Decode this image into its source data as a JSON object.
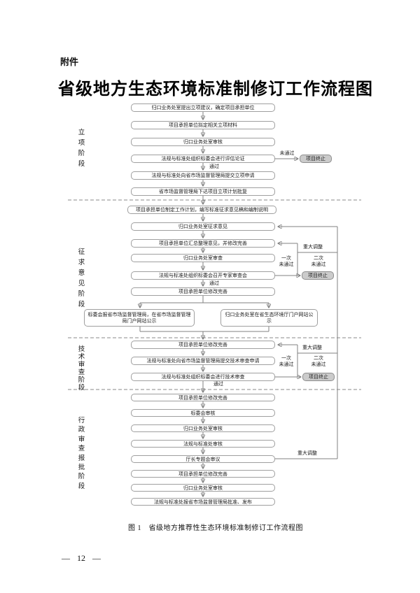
{
  "page": {
    "attachment_label": "附件",
    "title": "省级地方生态环境标准制修订工作流程图",
    "caption": "图 1　省级地方推荐性生态环境标准制修订工作流程图",
    "page_number": "— 12 —"
  },
  "colors": {
    "box_border": "#9f9f9f",
    "terminate_fill": "#cbcbcb",
    "connector_line": "#808080",
    "text": "#1a1a1a",
    "background": "#ffffff"
  },
  "flow": {
    "stages": [
      {
        "label": "立项阶段",
        "steps": [
          "归口业务处室提出立项建议，确定项目承担单位",
          "项目承担单位拟定相关立项材料",
          "归口业务处室审核",
          "法规与标准处组织标委会进行评估论证",
          "法规与标准处向省市场监督管理局提交立项申请",
          "省市场监督管理局下达项目立项计划批复"
        ],
        "pass": "通过",
        "fail": "未通过",
        "terminate": "项目终止"
      },
      {
        "label": "征求意见阶段",
        "steps": [
          "项目承担单位制定工作计划，编写标准征求意见稿和编制说明",
          "归口业务处室征求意见",
          "项目承担单位汇总整理意见，并修改完善",
          "归口业务处室审查",
          "法规与标准处组织标委会召开专家审查会",
          "项目承担单位修改完善"
        ],
        "publicity": [
          "标委会报省市场监督管理局，在省市场监督管理局门户网站公示",
          "归口业务处室在省生态环境厅门户网站公示"
        ],
        "pass": "通过",
        "fail_once": "一次\n未通过",
        "fail_twice": "二次\n未通过",
        "major_adjust": "重大调整",
        "terminate": "项目终止"
      },
      {
        "label": "技术审查阶段",
        "steps": [
          "项目承担单位修改完善",
          "法规与标准处向省市场监督管理局提交技术审查申请",
          "法规与标准处组织标委会进行技术审查"
        ],
        "pass": "通过",
        "fail_once": "一次\n未通过",
        "fail_twice": "二次\n未通过",
        "major_adjust": "重大调整",
        "terminate": "项目终止"
      },
      {
        "label": "行政审查报批阶段",
        "steps": [
          "项目承担单位修改完善",
          "标委会审核",
          "归口业务处室审核",
          "法规与标准处审核",
          "厅长专题会审议",
          "项目承担单位修改完善",
          "归口业务处室审核",
          "法规与标准处报省市场监督管理局批准、发布"
        ],
        "major_adjust": "重大调整"
      }
    ]
  }
}
